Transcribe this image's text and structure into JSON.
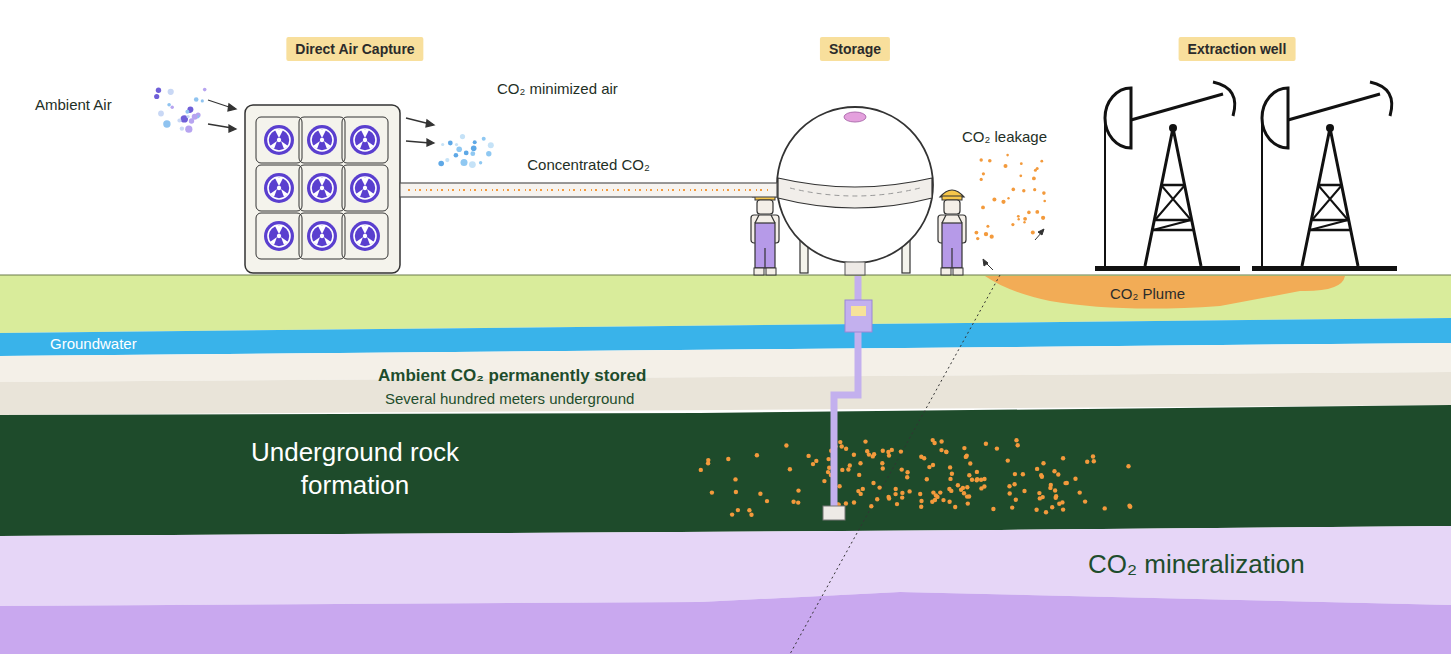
{
  "diagram": {
    "nodes": [
      {
        "text": [
          "Direct Air Capture"
        ]
      },
      {
        "text": [
          "Storage"
        ]
      },
      {
        "text": [
          "Extraction well"
        ]
      },
      {
        "text": [
          "CO₂ Plume"
        ]
      },
      {
        "text": [
          "Groundwater"
        ]
      },
      {
        "text": [
          "Underground rock formation"
        ]
      },
      {
        "text": [
          "CO₂ mineralization"
        ]
      }
    ],
    "edges": [
      {
        "from": 0,
        "to": 1,
        "arrow": "none",
        "label": "Concentrated CO₂"
      }
    ],
    "labels": [
      "Ambient Air",
      "CO₂ minimized air",
      "CO₂ leakage",
      "Ambient CO₂ permanently stored",
      "Several hundred meters underground"
    ]
  }
}
